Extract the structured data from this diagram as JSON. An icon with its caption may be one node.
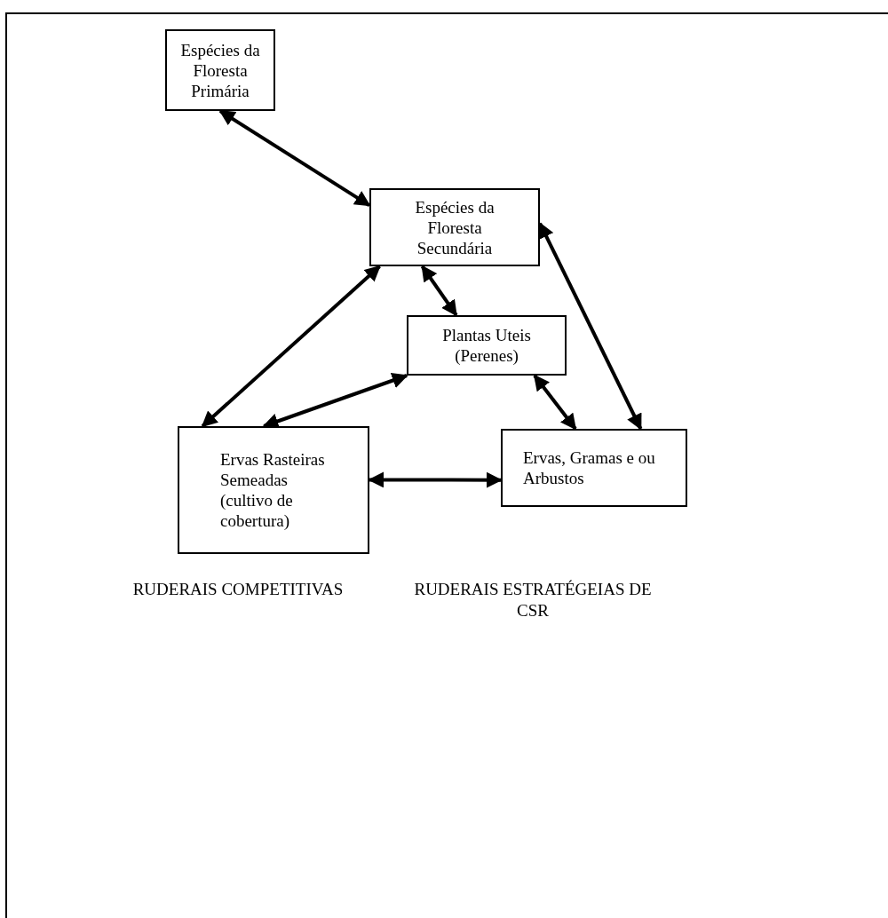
{
  "diagram": {
    "nodes": [
      {
        "text": [
          "Espécies da Floresta Primária"
        ]
      },
      {
        "text": [
          "Espécies da Floresta Secundária"
        ]
      },
      {
        "text": [
          "Plantas Uteis (Perenes)"
        ]
      },
      {
        "text": [
          "Ervas Rasteiras Semeadas (cultivo de cobertura)"
        ]
      },
      {
        "text": [
          "Ervas, Gramas e ou Arbustos"
        ]
      }
    ],
    "edges": [
      {
        "from": 0,
        "to": 1,
        "arrow": "both"
      },
      {
        "from": 1,
        "to": 2,
        "arrow": "both"
      },
      {
        "from": 1,
        "to": 4,
        "arrow": "both"
      },
      {
        "from": 1,
        "to": 3,
        "arrow": "both"
      },
      {
        "from": 2,
        "to": 3,
        "arrow": "both"
      },
      {
        "from": 2,
        "to": 4,
        "arrow": "both"
      },
      {
        "from": 3,
        "to": 4,
        "arrow": "both"
      }
    ],
    "labels": [
      "RUDERAIS COMPETITIVAS",
      "RUDERAIS ESTRATÉGEIAS DE CSR"
    ]
  }
}
